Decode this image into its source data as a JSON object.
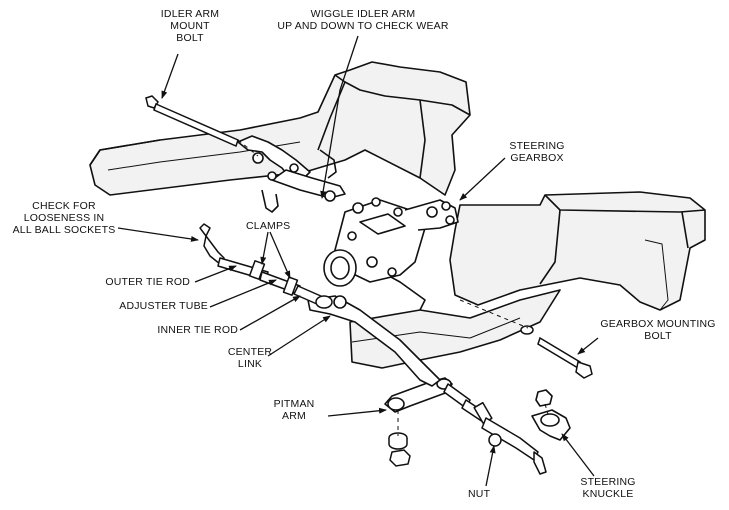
{
  "labels": {
    "idler_arm_mount_bolt": "IDLER ARM\nMOUNT\nBOLT",
    "wiggle_idler_arm": "WIGGLE IDLER ARM\nUP AND DOWN TO CHECK WEAR",
    "steering_gearbox": "STEERING\nGEARBOX",
    "check_ball_sockets": "CHECK FOR\nLOOSENESS IN\nALL BALL SOCKETS",
    "clamps": "CLAMPS",
    "outer_tie_rod": "OUTER TIE ROD",
    "adjuster_tube": "ADJUSTER TUBE",
    "inner_tie_rod": "INNER TIE ROD",
    "center_link": "CENTER\nLINK",
    "gearbox_mounting_bolt": "GEARBOX MOUNTING\nBOLT",
    "pitman_arm": "PITMAN\nARM",
    "nut": "NUT",
    "steering_knuckle": "STEERING\nKNUCKLE"
  },
  "colors": {
    "ink": "#111111",
    "paper": "#ffffff",
    "shade": "#f2f2f2"
  }
}
